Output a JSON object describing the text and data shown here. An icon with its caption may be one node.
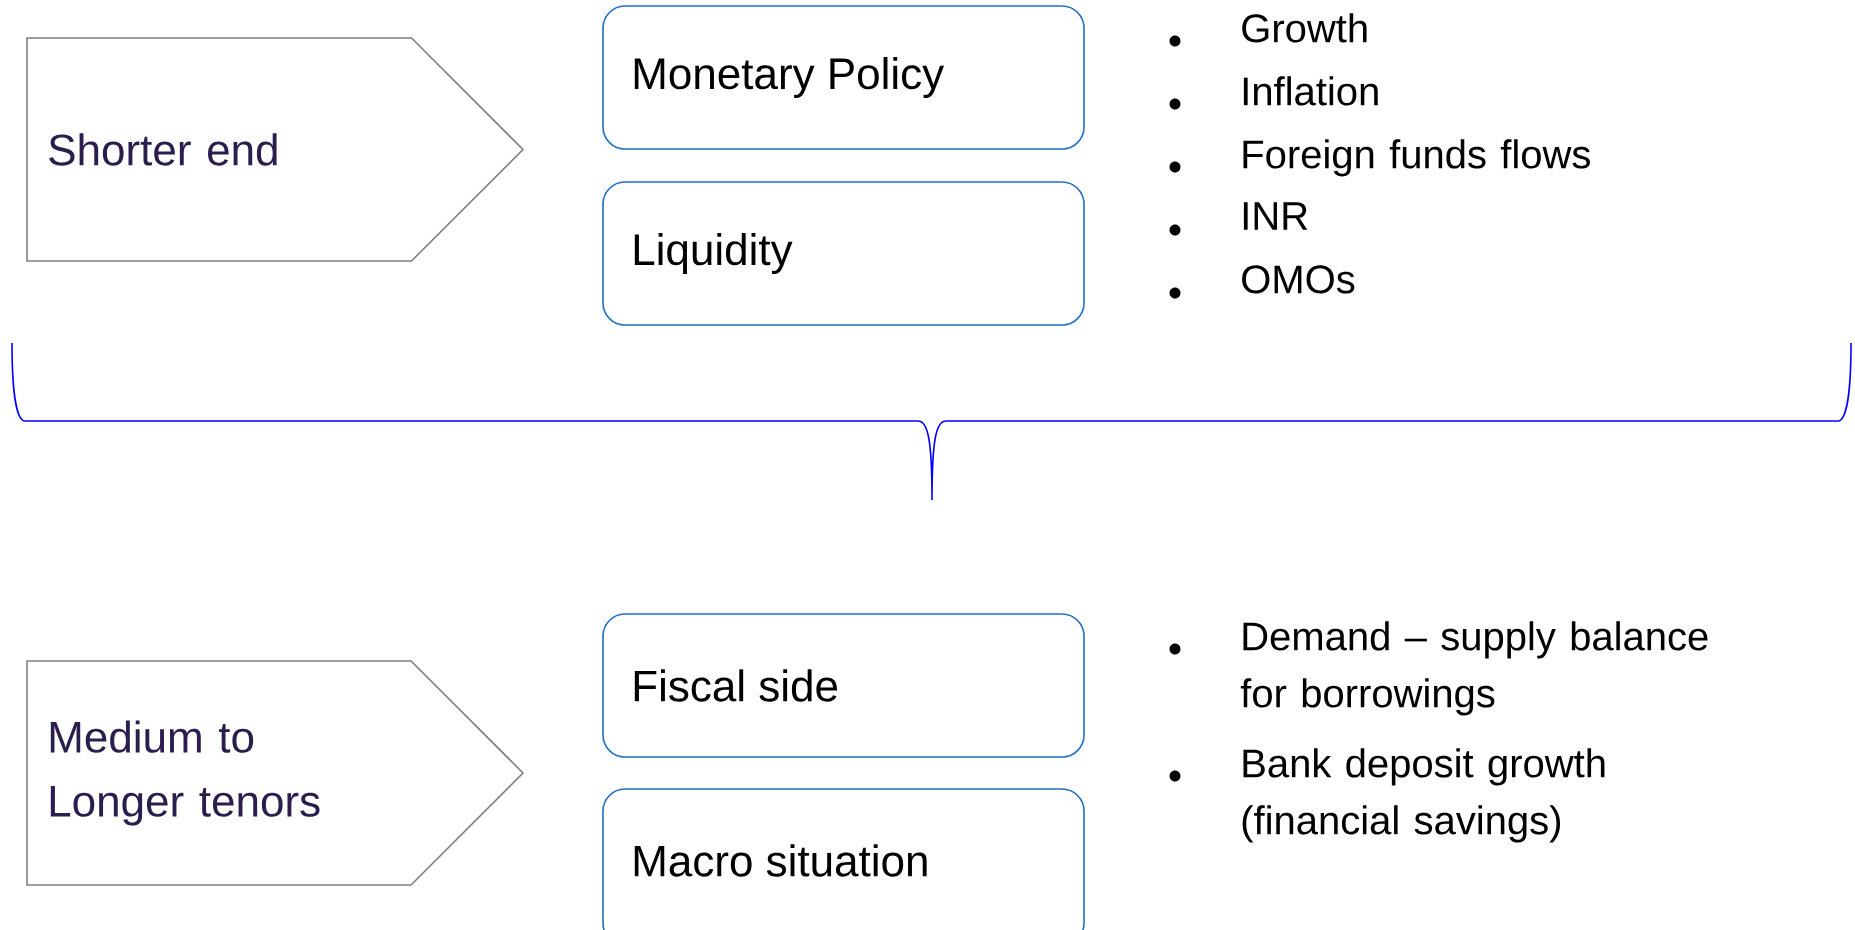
{
  "diagram": {
    "nodes": [
      {
        "text": [
          "Shorter end"
        ]
      },
      {
        "text": [
          "Monetary Policy"
        ]
      },
      {
        "text": [
          "Liquidity"
        ]
      },
      {
        "text": [
          "Medium to Longer tenors"
        ]
      },
      {
        "text": [
          "Fiscal side"
        ]
      },
      {
        "text": [
          "Macro situation"
        ]
      }
    ],
    "edges": [],
    "labels": [
      "Growth",
      "Inflation",
      "Foreign funds flows",
      "INR",
      "OMOs",
      "Demand – supply balance for borrowings",
      "Bank deposit growth (financial savings)"
    ]
  }
}
